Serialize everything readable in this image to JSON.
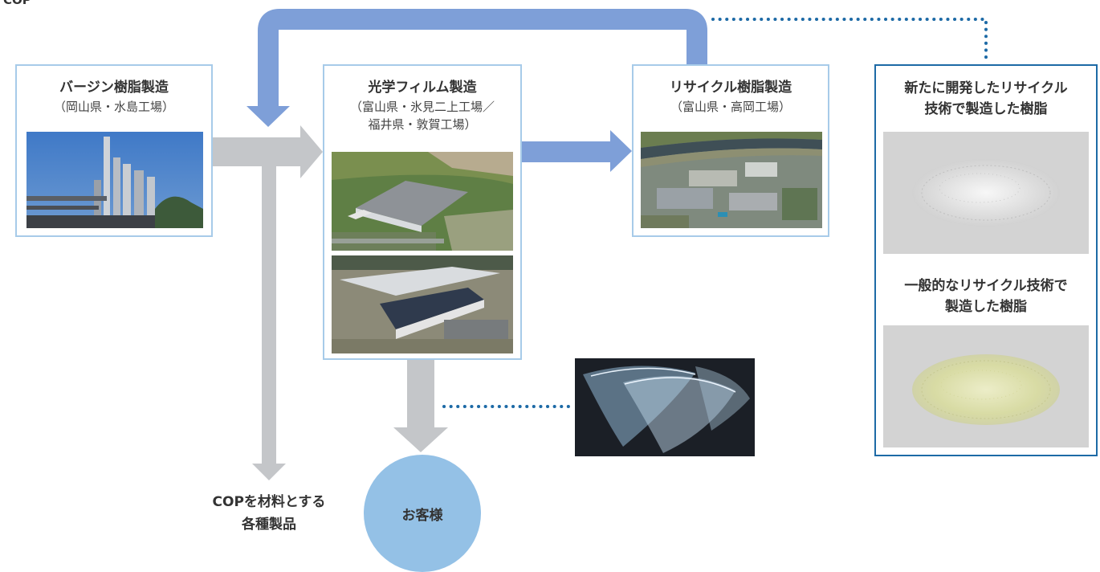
{
  "header": {
    "partial_text": "COP"
  },
  "virgin": {
    "title": "バージン樹脂製造",
    "location": "（岡山県・水島工場）"
  },
  "film": {
    "title": "光学フィルム製造",
    "location_line1": "（富山県・氷見二上工場／",
    "location_line2": "福井県・敦賀工場）"
  },
  "recycle": {
    "title": "リサイクル樹脂製造",
    "location": "（富山県・高岡工場）"
  },
  "samples": {
    "new_line1": "新たに開発したリサイクル",
    "new_line2": "技術で製造した樹脂",
    "general_line1": "一般的なリサイクル技術で",
    "general_line2": "製造した樹脂"
  },
  "cop_products": {
    "line1": "COPを材料とする",
    "line2": "各種製品"
  },
  "customer": {
    "label": "お客様"
  },
  "colors": {
    "arrow_gray": "#c4c6c9",
    "arrow_blue": "#7e9fd8",
    "box_border": "#a7cbe9",
    "panel_border": "#1d6aa6",
    "dotted_line": "#1d6aa6",
    "customer_circle": "#94c1e6"
  }
}
